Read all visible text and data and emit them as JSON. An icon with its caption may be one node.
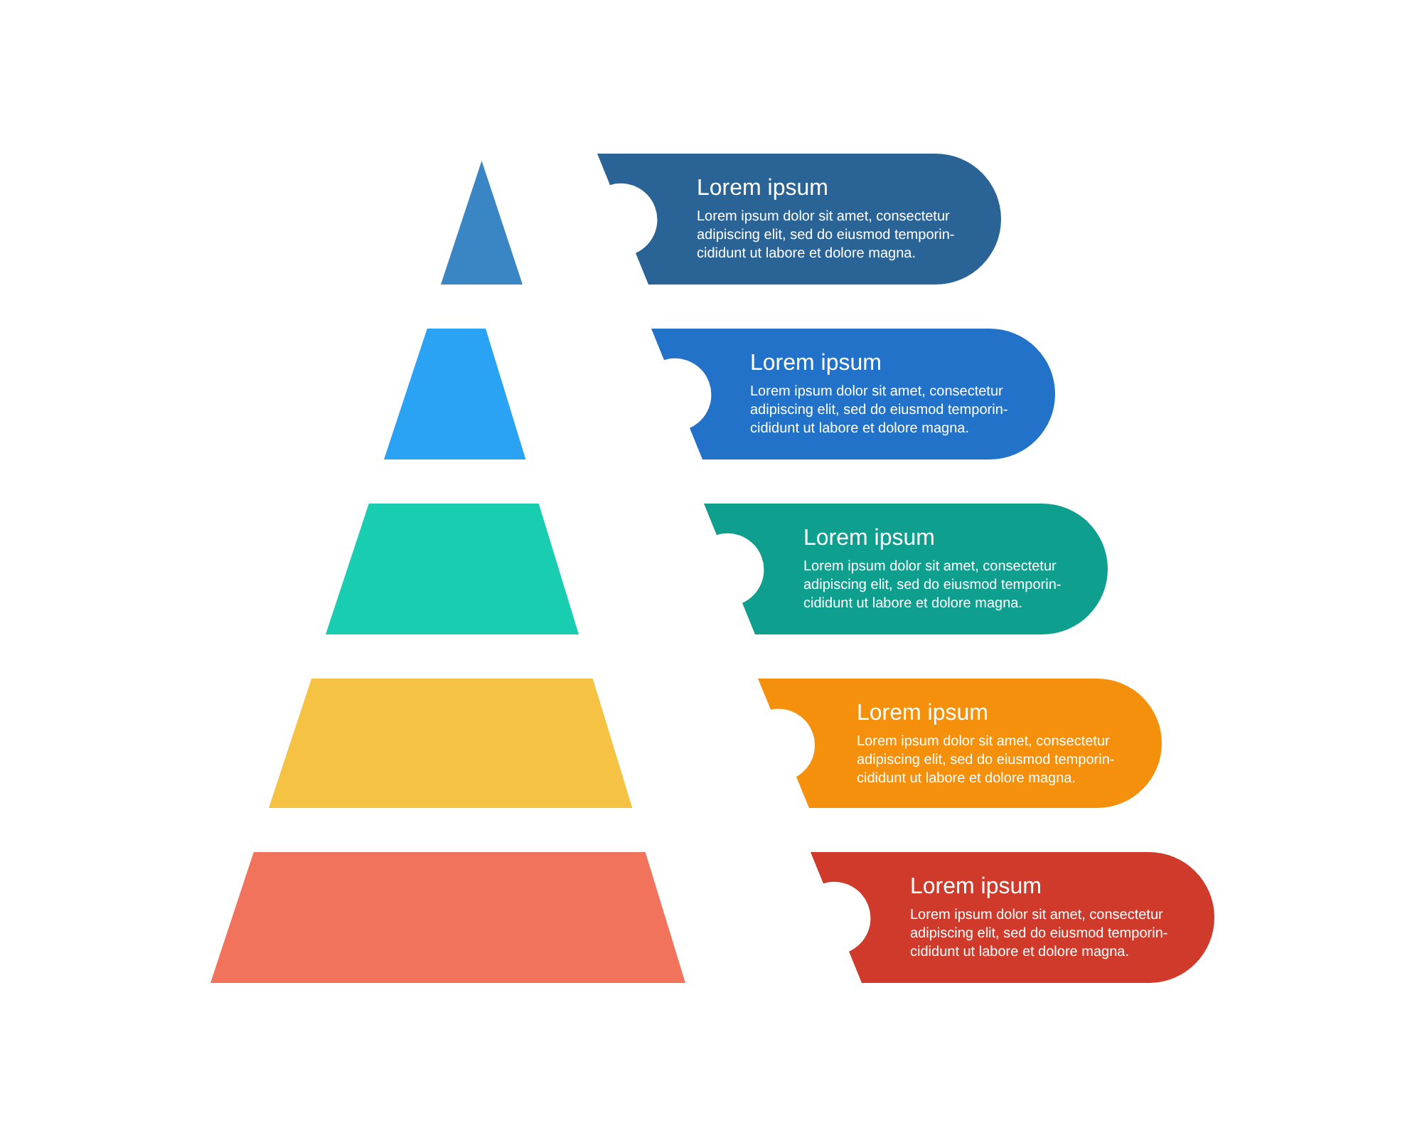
{
  "diagram": {
    "nodes": [
      {
        "text": [],
        "shape": "triangle"
      },
      {
        "text": [
          "Lorem ipsum",
          "Lorem ipsum dolor sit amet, consectetur adipiscing elit, sed do eiusmod temporin- cididunt ut labore et dolore magna."
        ]
      },
      {
        "text": [],
        "shape": "trapezoid"
      },
      {
        "text": [
          "Lorem ipsum",
          "Lorem ipsum dolor sit amet, consectetur adipiscing elit, sed do eiusmod temporin- cididunt ut labore et dolore magna."
        ]
      },
      {
        "text": [],
        "shape": "trapezoid"
      },
      {
        "text": [
          "Lorem ipsum",
          "Lorem ipsum dolor sit amet, consectetur adipiscing elit, sed do eiusmod temporin- cididunt ut labore et dolore magna."
        ]
      },
      {
        "text": [],
        "shape": "trapezoid"
      },
      {
        "text": [
          "Lorem ipsum",
          "Lorem ipsum dolor sit amet, consectetur adipiscing elit, sed do eiusmod temporin- cididunt ut labore et dolore magna."
        ]
      },
      {
        "text": [],
        "shape": "trapezoid"
      },
      {
        "text": [
          "Lorem ipsum",
          "Lorem ipsum dolor sit amet, consectetur adipiscing elit, sed do eiusmod temporin- cididunt ut labore et dolore magna."
        ]
      }
    ],
    "edges": []
  }
}
